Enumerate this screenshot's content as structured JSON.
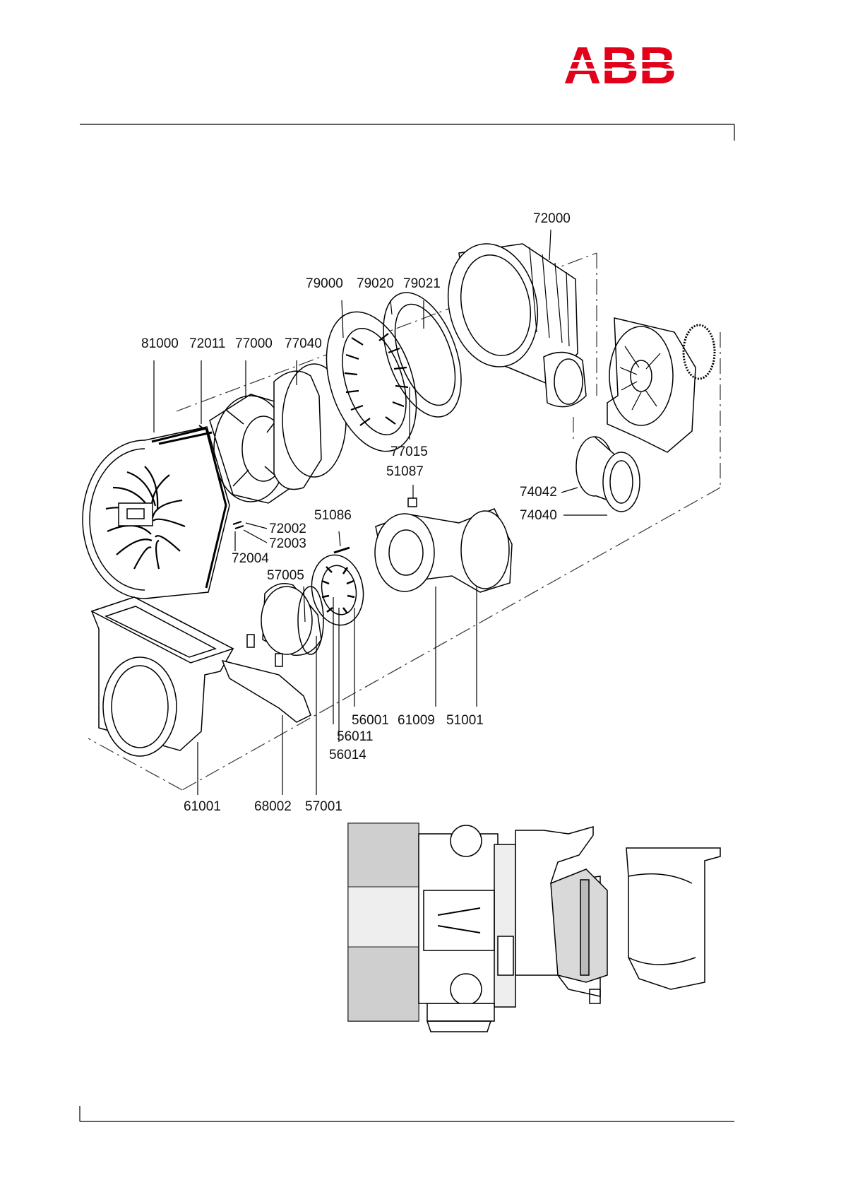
{
  "header": {
    "logo_text": "ABB",
    "logo_color": "#e2001a"
  },
  "diagram": {
    "part_labels": [
      "72000",
      "79000",
      "79020",
      "79021",
      "81000",
      "72011",
      "77000",
      "77040",
      "77015",
      "51087",
      "74042",
      "74040",
      "51086",
      "72002",
      "72003",
      "72004",
      "57005",
      "56001",
      "61009",
      "51001",
      "56011",
      "56014",
      "61001",
      "68002",
      "57001"
    ]
  }
}
